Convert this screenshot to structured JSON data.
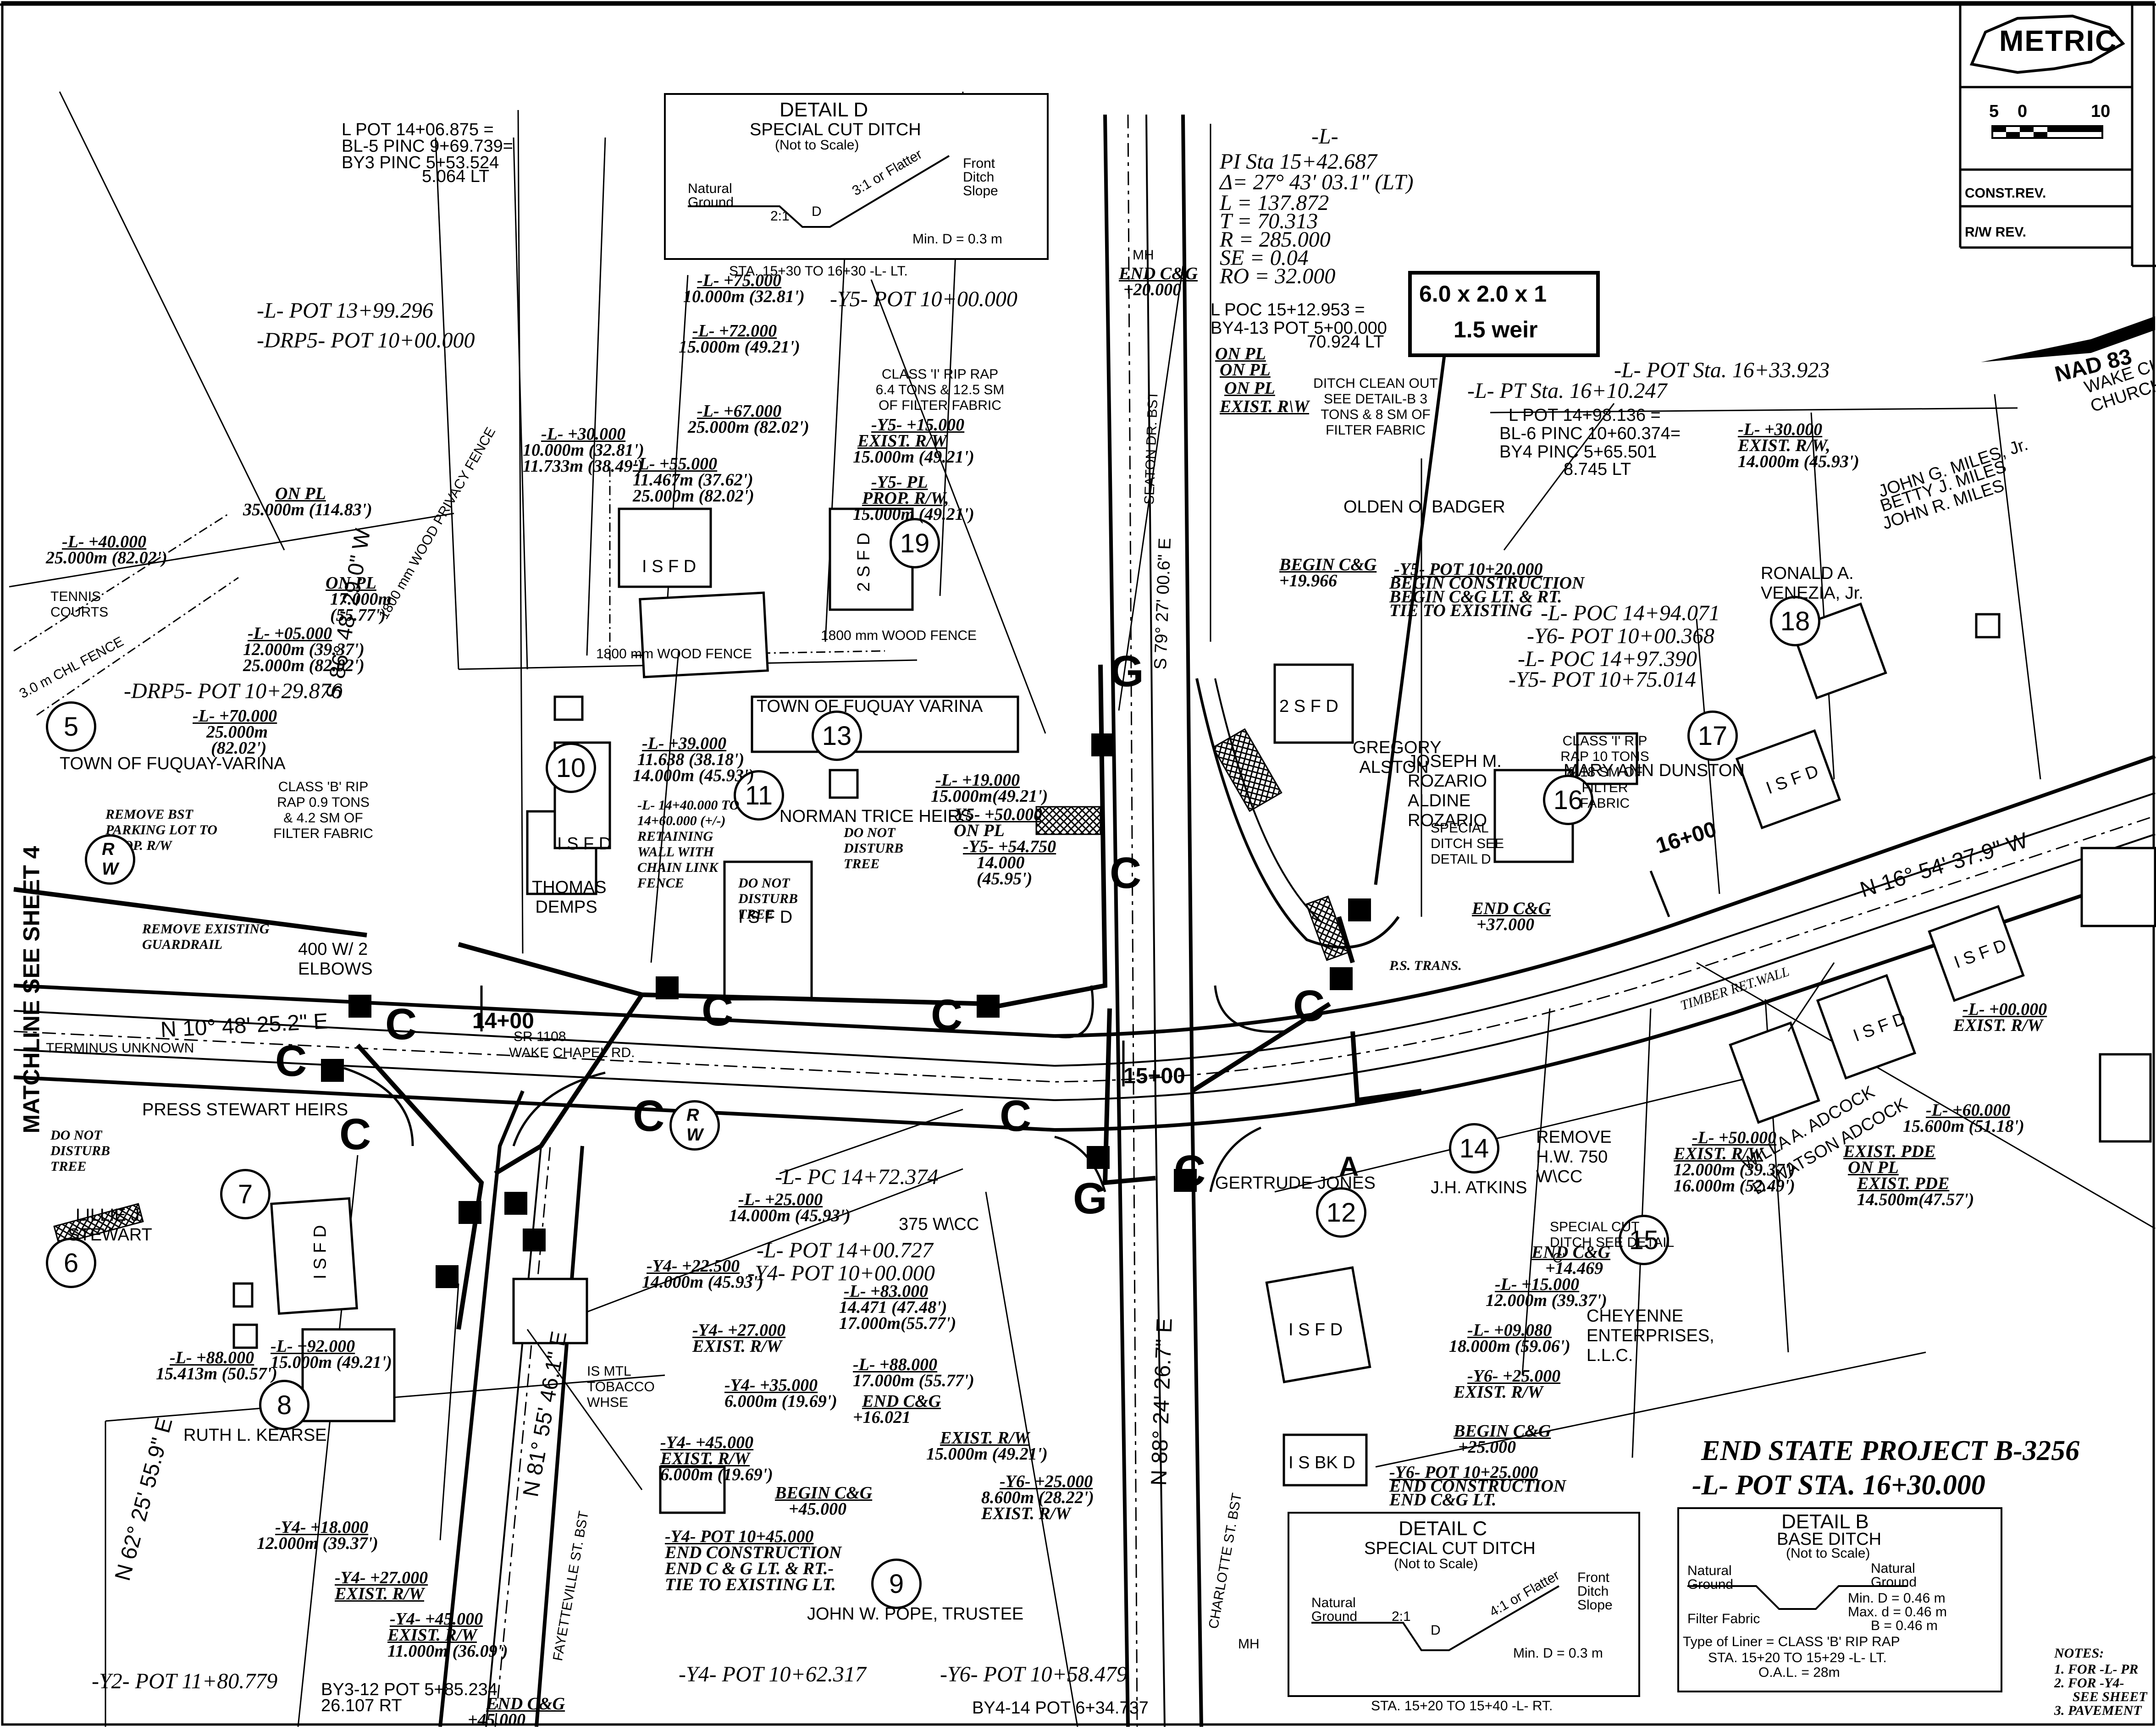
{
  "title_block": {
    "logo": "METRIC",
    "scale_left": "5",
    "scale_mid": "0",
    "scale_right": "10",
    "const_rev": "CONST.REV.",
    "rw_rev": "R/W REV.",
    "nad": "NAD 83"
  },
  "weir_box": {
    "line1": "6.0 x 2.0 x 1",
    "line2": "1.5 weir"
  },
  "curve_data": {
    "head": "-L-",
    "pi": "PI Sta 15+42.687",
    "delta": "Δ= 27° 43' 03.1\" (LT)",
    "l": "L = 137.872",
    "t": "T = 70.313",
    "r": "R = 285.000",
    "se": "SE = 0.04",
    "ro": "RO = 32.000"
  },
  "detail_d": {
    "title": "DETAIL D",
    "sub": "SPECIAL CUT DITCH",
    "note": "(Not to Scale)",
    "natural": "Natural",
    "ground": "Ground",
    "slope": "2:1",
    "flatter": "3:1 or Flatter",
    "front": "Front",
    "ditch": "Ditch",
    "slope2": "Slope",
    "d": "D",
    "min": "Min. D = 0.3 m",
    "sta": "STA. 15+30 TO 16+30 -L- LT."
  },
  "detail_c": {
    "title": "DETAIL C",
    "sub": "SPECIAL CUT DITCH",
    "note": "(Not to Scale)",
    "natural": "Natural",
    "ground": "Ground",
    "slope": "2:1",
    "flatter": "4:1 or Flatter",
    "front": "Front",
    "ditch": "Ditch",
    "slope2": "Slope",
    "d": "D",
    "min": "Min. D = 0.3 m",
    "sta": "STA. 15+20 TO 15+40 -L- RT."
  },
  "detail_b": {
    "title": "DETAIL B",
    "sub": "BASE DITCH",
    "note": "(Not to Scale)",
    "natural_l": "Natural",
    "ground_l": "Ground",
    "natural_r": "Natural",
    "ground_r": "Ground",
    "min_d": "Min. D = 0.46 m",
    "max_d": "Max. d = 0.46 m",
    "b": "B = 0.46 m",
    "filter": "Filter Fabric",
    "liner": "Type of Liner = CLASS 'B' RIP RAP",
    "sta": "STA. 15+20 TO 15+29 -L- LT.",
    "oal": "O.A.L. = 28m"
  },
  "end_project": {
    "line1": "END STATE PROJECT B-3256",
    "line2": "-L- POT STA. 16+30.000"
  },
  "notes": {
    "head": "NOTES:",
    "n1": "1. FOR -L- PR",
    "n2": "2. FOR -Y4-",
    "n2b": "SEE SHEET",
    "n3": "3. PAVEMENT"
  },
  "matchline": "MATCHLINE SEE SHEET 4",
  "parcels": [
    {
      "num": "5",
      "owner": "TOWN OF FUQUAY-VARINA"
    },
    {
      "num": "6",
      "owner": "LILLIE J. STEWART"
    },
    {
      "num": "7",
      "owner": "PRESS STEWART HEIRS"
    },
    {
      "num": "8",
      "owner": "RUTH L. KEARSE"
    },
    {
      "num": "9",
      "owner": "JOHN W. POPE, TRUSTEE"
    },
    {
      "num": "10",
      "owner": "THOMAS DEMPS"
    },
    {
      "num": "11",
      "owner": "NORMAN TRICE HEIRS"
    },
    {
      "num": "12",
      "owner": "GERTRUDE JONES"
    },
    {
      "num": "13",
      "owner": "TOWN OF FUQUAY VARINA"
    },
    {
      "num": "14",
      "owner": "J.H. ATKINS"
    },
    {
      "num": "15",
      "owner": "CHEYENNE ENTERPRISES, L.L.C."
    },
    {
      "num": "16",
      "owner": "JOSEPH M. ROZARIO ALDINE ROZARIO"
    },
    {
      "num": "17",
      "owner": "MARY ANN DUNSTON"
    },
    {
      "num": "18",
      "owner": "RONALD A. VENEZIA, Jr."
    },
    {
      "num": "19",
      "owner": ""
    }
  ],
  "labels": {
    "lpot1": "L POT 14+06.875 =",
    "bl5": "BL-5 PINC 9+69.739=",
    "by3": "BY3 PINC 5+53.524",
    "by3b": "5.064 LT",
    "lpot13": "-L- POT 13+99.296",
    "drp5": "-DRP5- POT 10+00.000",
    "drp5b": "-DRP5- POT 10+29.876",
    "y5pot": "-Y5- POT 10+00.000",
    "lpoc": "L POC 15+12.953 =",
    "by4": "BY4-13 POT 5+00.000",
    "by4b": "70.924 LT",
    "lpt": "-L- PT Sta. 16+10.247",
    "lpot16": "-L- POT Sta. 16+33.923",
    "lpot1498": "L POT 14+98.136 =",
    "bl6": "BL-6 PINC 10+60.374=",
    "by4pinc": "BY4 PINC 5+65.501",
    "by4lt": "8.745 LT",
    "olden": "OLDEN O. BADGER",
    "gregory": "GREGORY ALSTON",
    "miles1": "JOHN G. MILES, Jr.",
    "miles2": "BETTY J. MILES",
    "miles3": "JOHN R. MILES",
    "wake": "WAKE CI CHURCH",
    "lpoc1494": "-L- POC 14+94.071",
    "y6pot": "-Y6- POT 10+00.368",
    "lpoc1497": "-L- POC 14+97.390",
    "y5pot1075": "-Y5- POT 10+75.014",
    "lpc": "-L- PC 14+72.374",
    "lpot1400": "-L- POT 14+00.727",
    "y4pot": "-Y4- POT 10+00.000",
    "y2pot": "-Y2- POT 11+80.779",
    "y4pot1062": "-Y4- POT 10+62.317",
    "y6pot1058": "-Y6- POT 10+58.479",
    "by312": "BY3-12 POT 5+85.234",
    "by312b": "26.107 RT",
    "by414": "BY4-14 POT 6+34.737",
    "bearing1": "N 10° 48' 25.2\" E",
    "bearing2": "N 16° 54' 37.9\" W",
    "bearing3": "S 86° 48' 29.0\" W",
    "bearing4": "N 62° 25' 55.9\" E",
    "bearing5": "N 81° 55' 46.1\" E",
    "bearing6": "N 88° 24' 26.7\" E",
    "bearing7": "S 79° 27' 00.6\" E",
    "sta1400": "14+00",
    "sta1500": "15+00",
    "sta1600": "16+00",
    "terminus": "TERMINUS UNKNOWN",
    "wakechapel": "WAKE CHAPEL RD.",
    "sr1108": "SR 1108",
    "removeguard": "REMOVE EXISTING GUARDRAIL",
    "removebst": "REMOVE BST PARKING LOT TO PROP. R/W",
    "donot1": "DO NOT DISTURB TREE",
    "donot2": "DO NOT DISTURB TREE",
    "donot3": "DO NOT DISTURB TREE",
    "tennis": "TENNIS COURTS",
    "chl": "3.0 m CHL FENCE",
    "woodfence": "1800 mm WOOD FENCE",
    "woodfence2": "1800 mm WOOD FENCE",
    "privacy": "1800 mm WOOD PRIVACY FENCE",
    "onpl1": "ON PL",
    "onpl1b": "35.000m (114.83')",
    "l40": "-L- +40.000",
    "l40b": "25.000m (82.02')",
    "l70": "-L- +70.000",
    "l70b": "25.000m",
    "l70c": "(82.02')",
    "ripb": "CLASS 'B' RIP RAP 0.9 TONS & 4.2 SM OF FILTER FABRIC",
    "ripi": "CLASS 'I' RIP RAP 6.4 TONS & 12.5 SM OF FILTER FABRIC",
    "ripi2": "CLASS 'I' RIP RAP 10 TONS & 18 SM OF FILTER FABRIC",
    "ditchclean": "DITCH CLEAN OUT SEE DETAIL-B 3 TONS & 8 SM OF FILTER FABRIC",
    "retaining": "-L- 14+40.000 TO 14+60.000 (+/-) RETAINING WALL WITH CHAIN LINK FENCE",
    "begin1": "BEGIN C&G",
    "begin1b": "+19.966",
    "y5pot1020": "-Y5- POT 10+20.000",
    "beginconst": "BEGIN CONSTRUCTION",
    "beginconst2": "BEGIN C&G LT. & RT.",
    "tietoexist": "TIE TO EXISTING",
    "endcg1": "END C&G",
    "endcg1b": "+20.000",
    "y4pot1045": "-Y4- POT 10+45.000",
    "endconst": "END CONSTRUCTION",
    "endcg2": "END C & G LT. & RT.-",
    "tieexist2": "TIE TO EXISTING LT.",
    "y6pot1025": "-Y6- POT 10+25.000",
    "endconst2": "END CONSTRUCTION",
    "endcg3": "END C&G LT.",
    "tobacco": "IS MTL TOBACCO WHSE",
    "removehw": "REMOVE H.W. 750 W\\CC",
    "specialditch": "SPECIAL CUT DITCH SEE DETAIL 'C'",
    "specialditchd": "SPECIAL DITCH SEE DETAIL D",
    "wcc375": "375 W\\CC",
    "elbows": "400 W/ 2 ELBOWS",
    "psftrans": "P.S. TRANS.",
    "timber": "TIMBER RET.WALL",
    "adcock1": "WILLA A. ADCOCK",
    "adcock2": "D. WATSON ADCOCK",
    "exist_pde": "EXIST. PDE",
    "onpl2": "ON PL",
    "exist_pde2": "EXIST. PDE",
    "exist_pde2b": "14.500m(47.57')",
    "l0": "-L- +00.000",
    "l0b": "EXIST. R/W",
    "l60": "-L- +60.000",
    "l60b": "15.600m (51.18')",
    "l50": "-L- +50.000",
    "l50b": "EXIST. R/W",
    "l50c": "12.000m (39.37')",
    "l50d": "16.000m (52.49')",
    "l30": "-L- +30.000",
    "l30b": "EXIST. R/W,",
    "l30c": "14.000m (45.93')",
    "endcg_y6": "END C&G",
    "endcg_y6b": "+14.469",
    "l15": "-L- +15.000",
    "l15b": "12.000m (39.37')",
    "l09": "-L- +09.080",
    "l09b": "18.000m (59.06')",
    "y625": "-Y6- +25.000",
    "y625b": "EXIST. R/W",
    "beginy6": "BEGIN C&G",
    "beginy6b": "+25.000",
    "y4_27": "-Y4- +27.000",
    "y4_27b": "EXIST. R/W",
    "y4_35": "-Y4- +35.000",
    "y4_35b": "6.000m (19.69')",
    "y4_45": "-Y4- +45.000",
    "y4_45b": "EXIST. R/W",
    "y4_45c": "6.000m (19.69')",
    "beginc_y4": "BEGIN C&G",
    "beginc_y4b": "+45.000",
    "y4_18": "-Y4- +18.000",
    "y4_18b": "12.000m (39.37')",
    "y4_27x": "-Y4- +27.000",
    "y4_27xb": "EXIST. R/W",
    "y4_45x": "-Y4- +45.000",
    "y4_45xb": "EXIST. R/W",
    "y4_45xc": "11.000m (36.09')",
    "endcg_bottom": "END C&G",
    "endcg_bottomb": "+45.000",
    "l92": "-L- +92.000",
    "l92b": "15.000m (49.21')",
    "l88": "-L- +88.000",
    "l88b": "15.413m (50.57')",
    "l25": "-L- +25.000",
    "l25b": "14.000m (45.93')",
    "y4_22": "-Y4- +22.500",
    "y4_22b": "14.000m (45.93')",
    "l83": "-L- +83.000",
    "l83b": "14.471 (47.48')",
    "l83c": "17.000m(55.77')",
    "l88x": "-L- +88.000",
    "l88xb": "17.000m (55.77')",
    "endcg_l": "END C&G",
    "endcg_lb": "+16.021",
    "exist_rw": "EXIST. R/W",
    "exist_rwb": "15.000m (49.21')",
    "y6_25": "-Y6- +25.000",
    "y6_25b": "8.600m (28.22')",
    "y6_25c": "EXIST. R/W",
    "l75": "-L- +75.000",
    "l75b": "10.000m (32.81')",
    "l72": "-L- +72.000",
    "l72b": "15.000m (49.21')",
    "l67": "-L- +67.000",
    "l67b": "25.000m (82.02')",
    "l30a": "-L- +30.000",
    "l30ab": "10.000m (32.81')",
    "l30ac": "11.733m (38.49')",
    "l55": "-L- +55.000",
    "l55b": "11.467m (37.62')",
    "l55c": "25.000m (82.02')",
    "onpl3": "ON PL",
    "onpl3b": "17.000m",
    "onpl3c": "(55.77')",
    "l05": "-L- +05.000",
    "l05b": "12.000m (39.37')",
    "l05c": "25.000m (82.02')",
    "y5_15": "-Y5- +15.000",
    "y5_15b": "EXIST. R/W",
    "y5_15c": "15.000m (49.21')",
    "y5pl": "-Y5- PL",
    "y5plb": "PROP. R/W,",
    "y5plc": "15.000m (49.21')",
    "l39": "-L- +39.000",
    "l39b": "11.638 (38.18')",
    "l39c": "14.000m (45.93')",
    "l19": "-L- +19.000",
    "l19b": "15.000m(49.21')",
    "y5_50": "-Y5- +50.000",
    "y5_50b": "ON PL",
    "y5_54": "-Y5- +54.750",
    "y5_54b": "14.000",
    "y5_54c": "(45.95')",
    "onpl4": "ON PL",
    "onpl5": "ON PL",
    "onpl6": "ON PL",
    "existrw2": "EXIST. R\\W",
    "l37": "END C&G",
    "l37b": "+37.000",
    "mh": "MH",
    "seaton": "SEATON DR. BST",
    "charlotte": "CHARLOTTE ST. BST",
    "fayette": "FAYETTEVILLE ST. BST",
    "isfd": "I S F D",
    "sfd2": "2 S F D",
    "isbkd": "I S BK D"
  }
}
